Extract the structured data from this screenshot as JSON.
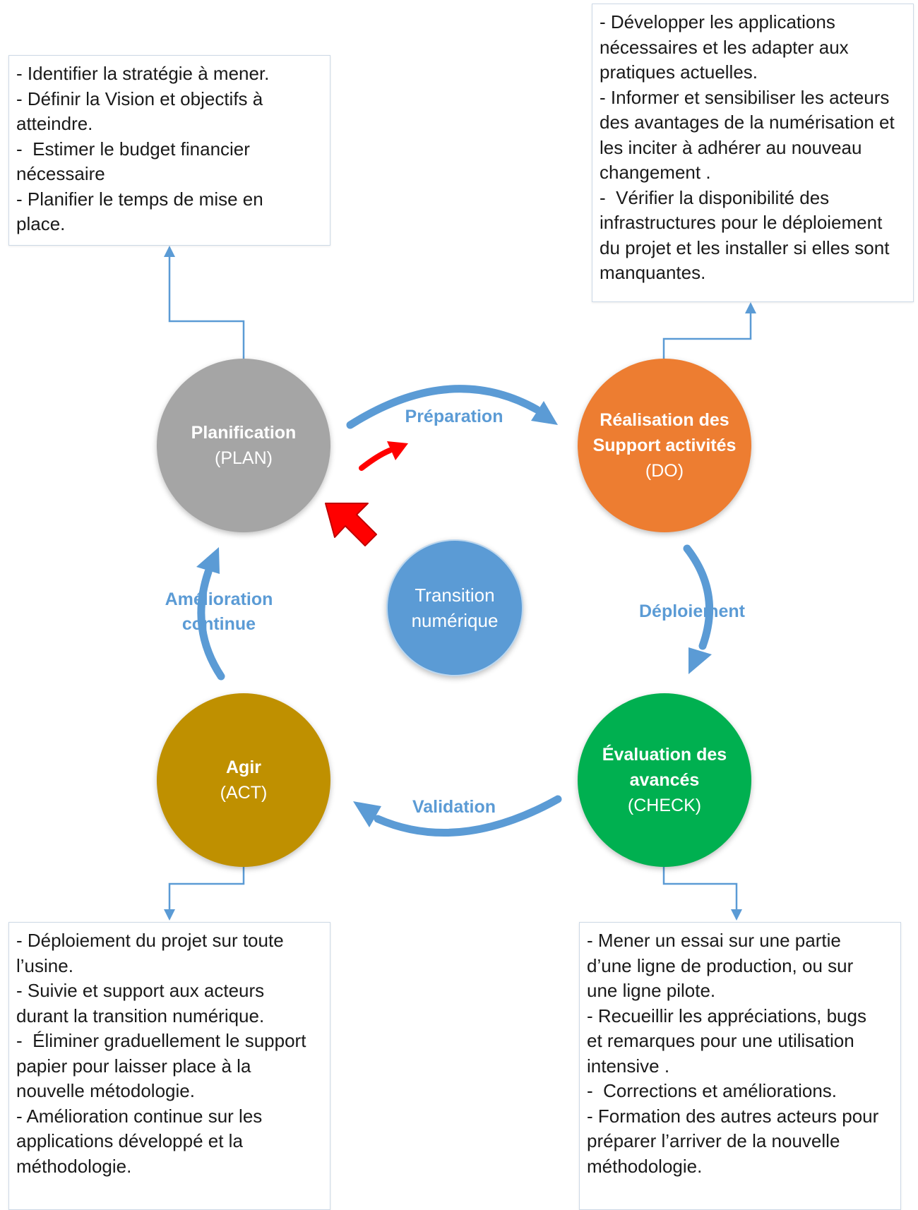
{
  "colors": {
    "plan": "#a5a5a5",
    "do": "#ed7d31",
    "check": "#00b050",
    "act": "#bf9000",
    "center": "#5b9bd5",
    "cycle_arrow": "#5b9bd5",
    "arrow_label": "#5b9bd5",
    "red_arrow": "#ff0000",
    "connector": "#5b9bd5"
  },
  "center": {
    "line1": "Transition",
    "line2": "numérique"
  },
  "phases": {
    "plan": {
      "title": "Planification",
      "code": "(PLAN)"
    },
    "do": {
      "title_line1": "Réalisation des",
      "title_line2": "Support activités",
      "code": "(DO)"
    },
    "check": {
      "title_line1": "Évaluation des",
      "title_line2": "avancés",
      "code": "(CHECK)"
    },
    "act": {
      "title": "Agir",
      "code": "(ACT)"
    }
  },
  "arrows": {
    "preparation": "Préparation",
    "deploiement": "Déploiement",
    "validation": "Validation",
    "amelioration_line1": "Amélioration",
    "amelioration_line2": "continue"
  },
  "boxes": {
    "plan": [
      "- Identifier la stratégie à mener.",
      "- Définir la Vision et objectifs à",
      "atteindre.",
      "-  Estimer le budget financier",
      "nécessaire",
      "- Planifier le temps de mise en",
      "place."
    ],
    "do": [
      "- Développer les applications",
      "nécessaires et les adapter aux",
      "pratiques actuelles.",
      "- Informer et sensibiliser les acteurs",
      "des avantages de la numérisation et",
      "les inciter à adhérer au nouveau",
      "changement .",
      "-  Vérifier la disponibilité des",
      "infrastructures pour le déploiement",
      "du projet et les installer si elles sont",
      "manquantes."
    ],
    "act": [
      "- Déploiement du projet sur toute",
      "l’usine.",
      "- Suivie et support aux acteurs",
      "durant la transition numérique.",
      "-  Éliminer graduellement le support",
      "papier pour laisser place à la",
      "nouvelle métodologie.",
      "- Amélioration continue sur les",
      "applications développé et la",
      "méthodologie."
    ],
    "check": [
      "- Mener un essai sur une partie",
      "d’une ligne de production, ou sur",
      "une ligne pilote.",
      "- Recueillir les appréciations, bugs",
      "et remarques pour une utilisation",
      "intensive .",
      "-  Corrections et améliorations.",
      "- Formation des autres acteurs pour",
      "préparer l’arriver de la nouvelle",
      "méthodologie."
    ]
  }
}
